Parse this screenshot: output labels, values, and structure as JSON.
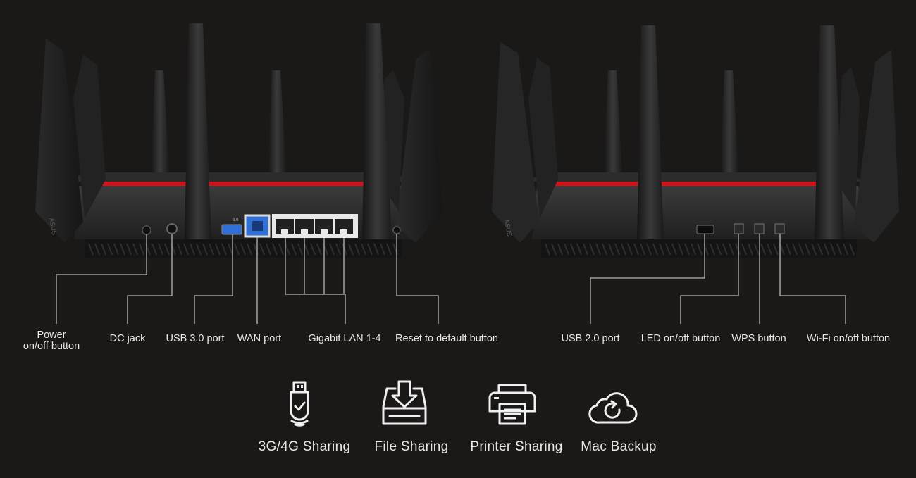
{
  "rear_view": {
    "callouts": [
      {
        "id": "power",
        "line1": "Power",
        "line2": "on/off button"
      },
      {
        "id": "dc",
        "line1": "DC jack",
        "line2": ""
      },
      {
        "id": "usb3",
        "line1": "USB 3.0 port",
        "line2": ""
      },
      {
        "id": "wan",
        "line1": "WAN port",
        "line2": ""
      },
      {
        "id": "lan",
        "line1": "Gigabit LAN 1-4",
        "line2": ""
      },
      {
        "id": "reset",
        "line1": "Reset to default button",
        "line2": ""
      }
    ]
  },
  "side_view": {
    "callouts": [
      {
        "id": "usb2",
        "line1": "USB 2.0 port",
        "line2": ""
      },
      {
        "id": "led",
        "line1": "LED on/off button",
        "line2": ""
      },
      {
        "id": "wps",
        "line1": "WPS button",
        "line2": ""
      },
      {
        "id": "wifi",
        "line1": "Wi-Fi on/off button",
        "line2": ""
      }
    ]
  },
  "device_markings": {
    "brand": "ASUS",
    "usb_tag": "3.0"
  },
  "features": [
    {
      "label": "3G/4G Sharing",
      "icon": "usb-dongle-icon"
    },
    {
      "label": "File Sharing",
      "icon": "file-download-icon"
    },
    {
      "label": "Printer Sharing",
      "icon": "printer-icon"
    },
    {
      "label": "Mac Backup",
      "icon": "cloud-backup-icon"
    }
  ],
  "colors": {
    "background": "#1b1917",
    "accent_stripe": "#d0141b",
    "usb3_blue": "#2f6fd6",
    "router_body": "#2a2a2b",
    "callout_line": "#b8b8b8"
  }
}
